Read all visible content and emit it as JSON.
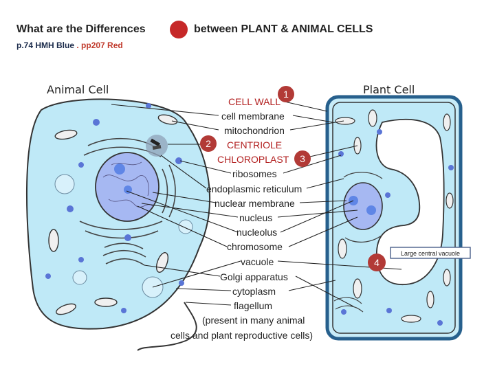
{
  "header": {
    "title_left": "What are the Differences",
    "title_right": "between PLANT & ANIMAL CELLS",
    "subtitle_blue": "p.74 HMH Blue",
    "subtitle_red": ". pp207 Red"
  },
  "diagram": {
    "animal_heading": "Animal Cell",
    "plant_heading": "Plant Cell",
    "labels": [
      "CELL WALL",
      "cell membrane",
      "mitochondrion",
      "CENTRIOLE",
      "CHLOROPLAST",
      "ribosomes",
      "endoplasmic reticulum",
      "nuclear membrane",
      "nucleus",
      "nucleolus",
      "chromosome",
      "vacuole",
      "Golgi apparatus",
      "cytoplasm",
      "flagellum",
      "(present  in many animal",
      "cells and plant reproductive cells)"
    ],
    "markers": [
      "1",
      "2",
      "3",
      "4"
    ],
    "vacuole_callout": "Large central vacuole",
    "colors": {
      "cytoplasm": "#bfe9f7",
      "nucleus": "#a6b8f2",
      "nucleolus": "#5f86e6",
      "marker": "#b23a36",
      "cell_wall": "#27608d"
    }
  }
}
